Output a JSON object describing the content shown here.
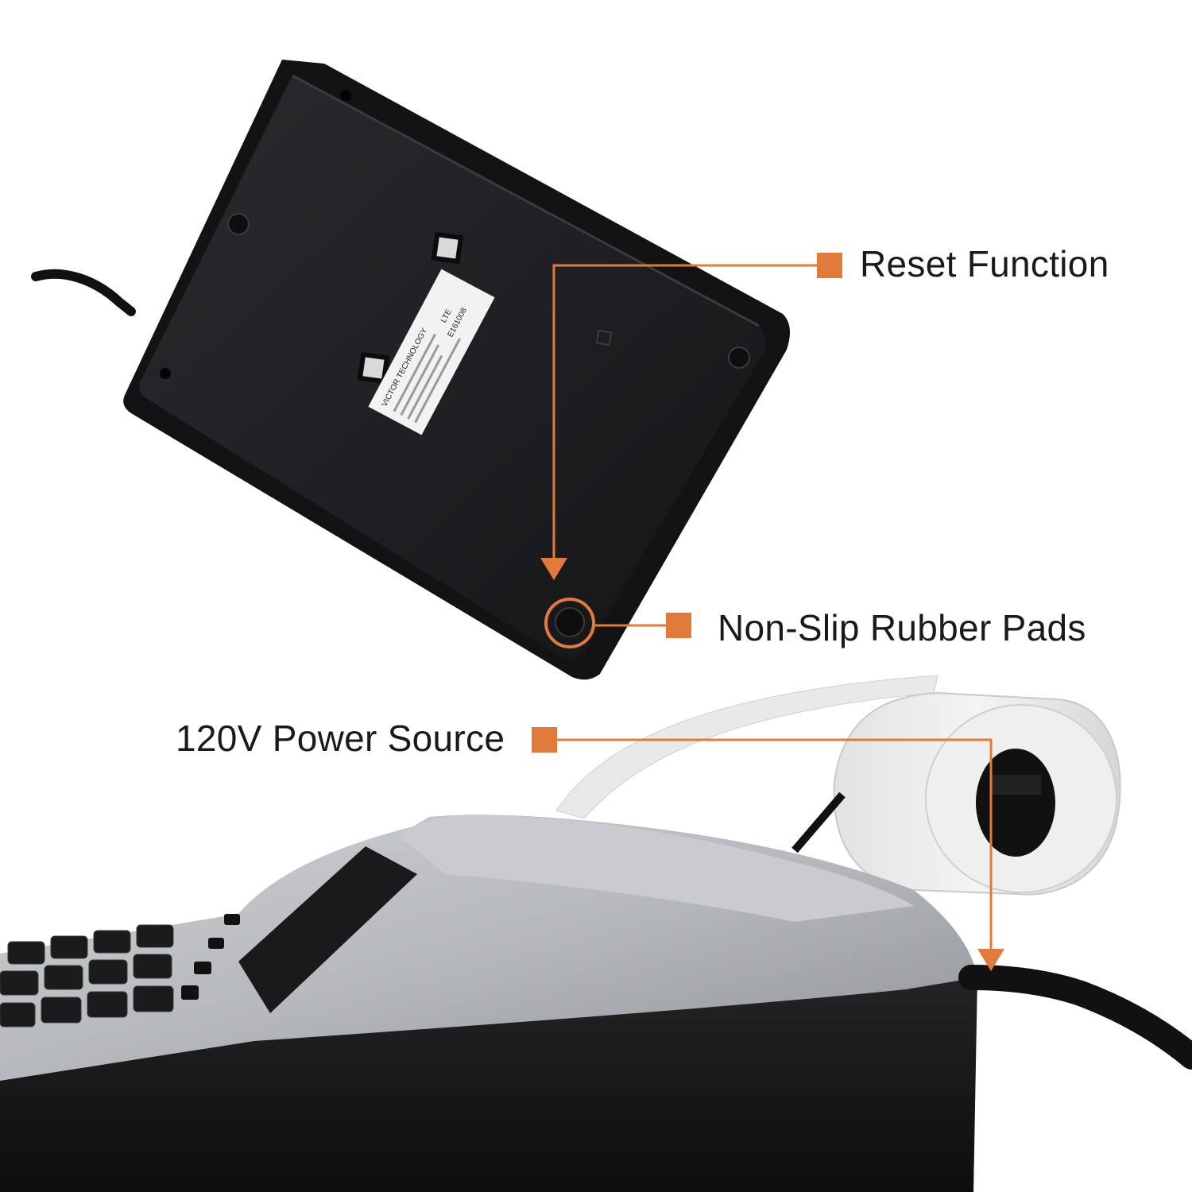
{
  "callouts": {
    "reset": {
      "label": "Reset Function"
    },
    "pads": {
      "label": "Non-Slip Rubber Pads"
    },
    "power": {
      "label": "120V Power Source"
    }
  },
  "device_label": {
    "brand": "VICTOR TECHNOLOGY",
    "cert": "LTE",
    "code": "E161008"
  },
  "colors": {
    "accent": "#e07b3c",
    "label_text": "#1a1a1a",
    "device_black": "#1c1c1e",
    "device_silver": "#b9bcc0",
    "paper": "#eeeeee"
  }
}
